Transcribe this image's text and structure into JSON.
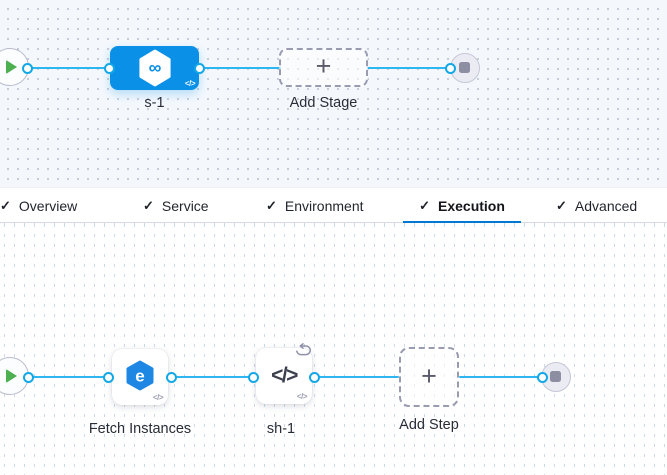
{
  "colors": {
    "stage_node_blue": "#0b90e7",
    "connector_blue": "#2db6ef",
    "active_tab_underline": "#0278d5",
    "play_green": "#4caf50",
    "step_icon_blue": "#1e87e4"
  },
  "stage_pipeline": {
    "stage_label": "s-1",
    "add_stage_label": "Add Stage"
  },
  "tab_bar": {
    "check": "✓",
    "tabs": [
      {
        "label": "Overview",
        "checked": true,
        "active": false
      },
      {
        "label": "Service",
        "checked": true,
        "active": false
      },
      {
        "label": "Environment",
        "checked": true,
        "active": false
      },
      {
        "label": "Execution",
        "checked": true,
        "active": true
      },
      {
        "label": "Advanced",
        "checked": true,
        "active": false
      }
    ]
  },
  "execution_pipeline": {
    "step1_label": "Fetch Instances",
    "step2_label": "sh-1",
    "add_step_label": "Add Step"
  },
  "glyphs": {
    "plus": "+",
    "infinity": "∞",
    "code": "</>",
    "step_e": "e"
  }
}
